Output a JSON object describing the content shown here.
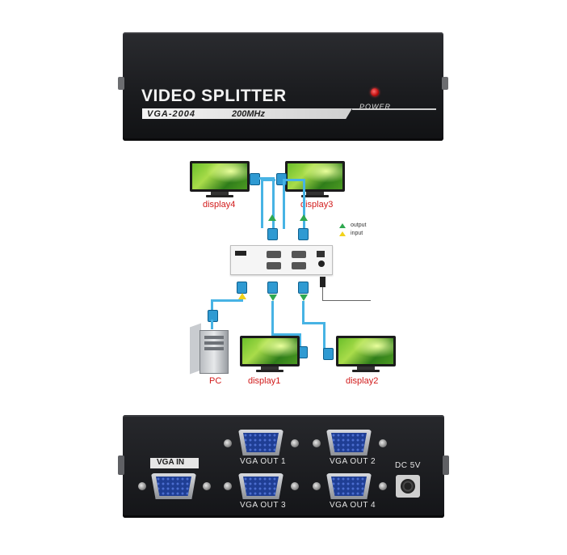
{
  "front": {
    "title": "VIDEO SPLITTER",
    "model": "VGA-2004",
    "frequency": "200MHz",
    "power_label": "POWER"
  },
  "diagram": {
    "display_labels": [
      "display4",
      "display3",
      "display1",
      "display2"
    ],
    "pc_label": "PC",
    "legend": {
      "output": "output",
      "input": "input"
    },
    "colors": {
      "cable": "#47b3e4",
      "output_arrow": "#2fa84f",
      "input_arrow": "#f2d21a",
      "label": "#d11a1a"
    }
  },
  "back": {
    "vga_in_label": "VGA IN",
    "outputs": [
      "VGA OUT 1",
      "VGA OUT 2",
      "VGA OUT 3",
      "VGA OUT 4"
    ],
    "dc_label": "DC 5V"
  }
}
